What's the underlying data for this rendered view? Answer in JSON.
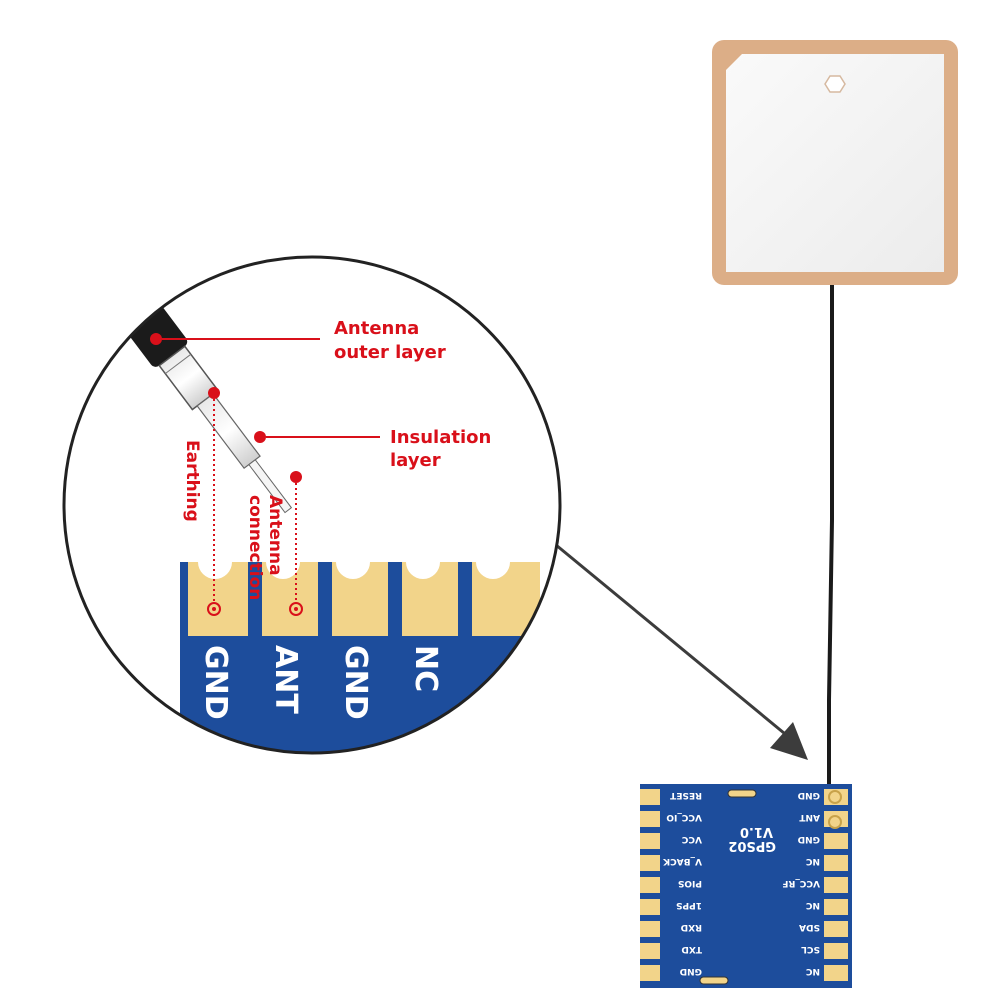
{
  "callouts": {
    "outer_layer": [
      "Antenna",
      "outer layer"
    ],
    "insulation": [
      "Insulation",
      "layer"
    ],
    "earthing": "Earthing",
    "antenna_connection": [
      "Antenna",
      "connection"
    ]
  },
  "zoom_pads": [
    "GND",
    "ANT",
    "GND",
    "NC"
  ],
  "module": {
    "model": "GPS02",
    "version": "V1.0",
    "left_pins": [
      "RESET",
      "VCC_IO",
      "VCC",
      "V_BACK",
      "PIOS",
      "1PPS",
      "RXD",
      "TXD",
      "GND"
    ],
    "right_pins": [
      "GND",
      "ANT",
      "GND",
      "NC",
      "VCC_RF",
      "NC",
      "SDA",
      "SCL",
      "NC"
    ]
  },
  "colors": {
    "callout_red": "#d9101a",
    "pcb_blue": "#1d4d9c",
    "pad_gold": "#f2d48a",
    "patch_frame": "#dcae87",
    "patch_ceramic": "#f4f4f4"
  }
}
